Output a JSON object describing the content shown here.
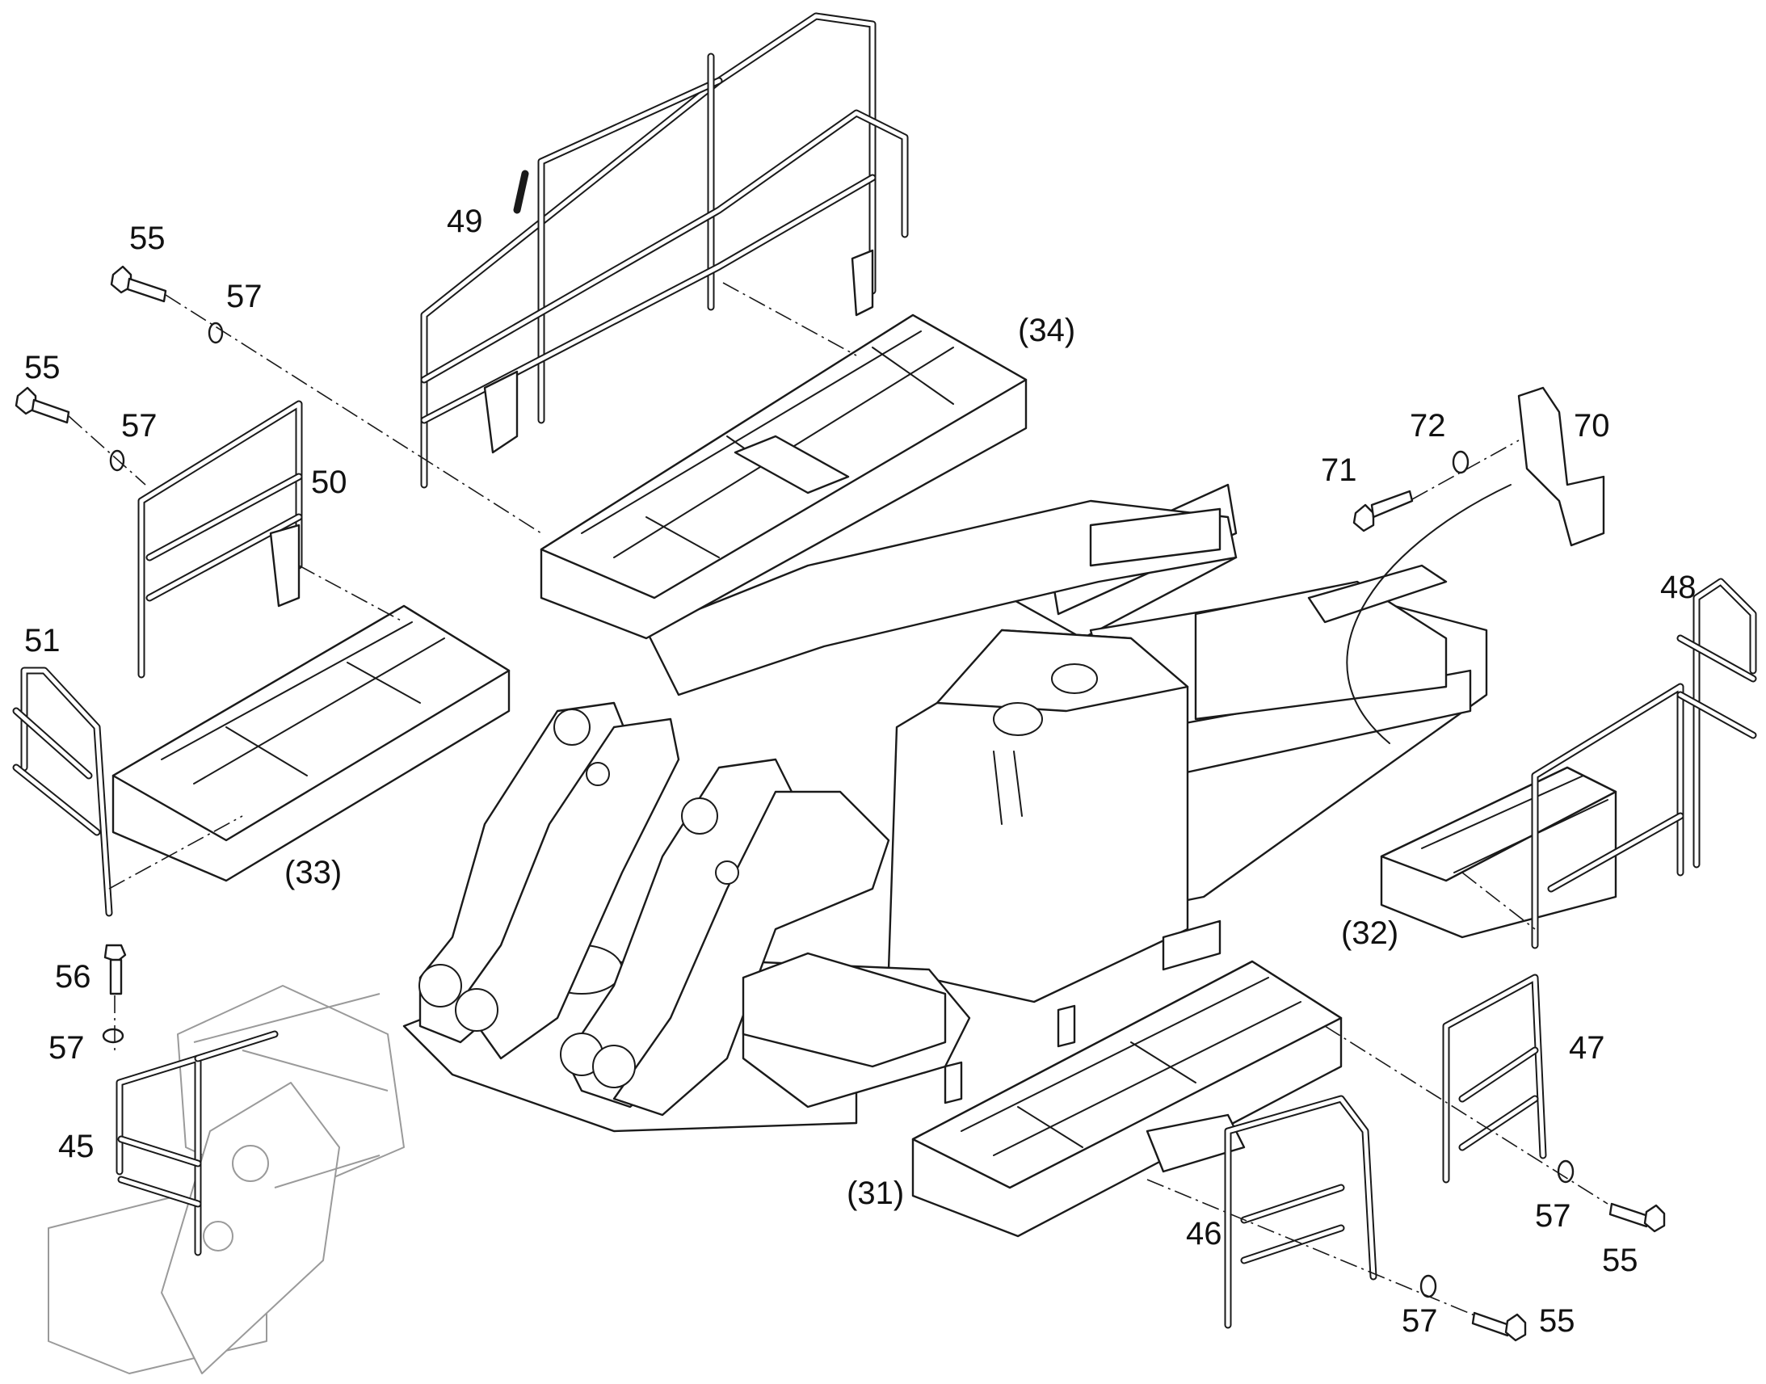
{
  "callouts": [
    {
      "key": "c55a",
      "text": "55"
    },
    {
      "key": "c57a",
      "text": "57"
    },
    {
      "key": "c55b",
      "text": "55"
    },
    {
      "key": "c57b",
      "text": "57"
    },
    {
      "key": "c49",
      "text": "49"
    },
    {
      "key": "c34",
      "text": "(34)"
    },
    {
      "key": "c50",
      "text": "50"
    },
    {
      "key": "c51",
      "text": "51"
    },
    {
      "key": "c33",
      "text": "(33)"
    },
    {
      "key": "c56",
      "text": "56"
    },
    {
      "key": "c57c",
      "text": "57"
    },
    {
      "key": "c45",
      "text": "45"
    },
    {
      "key": "c71",
      "text": "71"
    },
    {
      "key": "c72",
      "text": "72"
    },
    {
      "key": "c70",
      "text": "70"
    },
    {
      "key": "c48",
      "text": "48"
    },
    {
      "key": "c32",
      "text": "(32)"
    },
    {
      "key": "c47",
      "text": "47"
    },
    {
      "key": "c31",
      "text": "(31)"
    },
    {
      "key": "c46",
      "text": "46"
    },
    {
      "key": "c57d",
      "text": "57"
    },
    {
      "key": "c55c",
      "text": "55"
    },
    {
      "key": "c57e",
      "text": "57"
    },
    {
      "key": "c55d",
      "text": "55"
    }
  ]
}
